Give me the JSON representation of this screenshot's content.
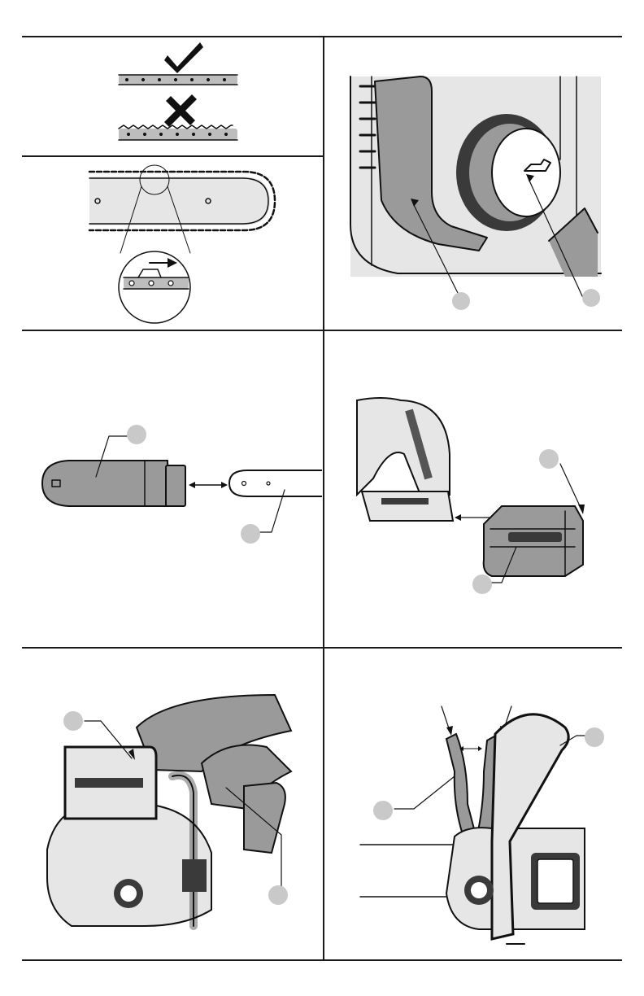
{
  "figures": [
    {
      "id": "chain-condition",
      "icons": [
        "check-mark-icon",
        "cross-mark-icon"
      ]
    },
    {
      "id": "chain-direction"
    },
    {
      "id": "oil-cap"
    },
    {
      "id": "scabbard-removal"
    },
    {
      "id": "battery-install"
    },
    {
      "id": "hand-placement"
    },
    {
      "id": "trigger-operation"
    }
  ],
  "colors": {
    "rule": "#1a1a1a",
    "callout": "#c9c9c9",
    "ink": "#111111",
    "tool_gray": "#9a9a9a"
  }
}
